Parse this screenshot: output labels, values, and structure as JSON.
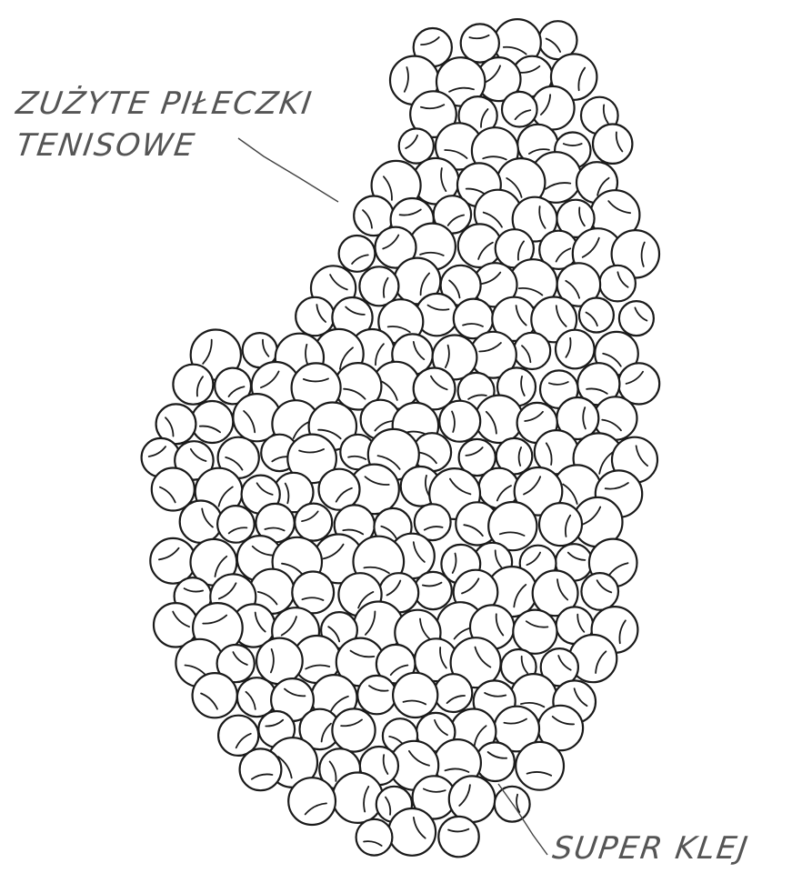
{
  "annotations": {
    "balls_label_line1": "ZUŻYTE PIŁECZKI",
    "balls_label_line2": "TENISOWE",
    "glue_label": "SUPER KLEJ"
  },
  "colors": {
    "ink": "#1a1a1a",
    "label_ink": "#555555",
    "paper": "#ffffff"
  }
}
